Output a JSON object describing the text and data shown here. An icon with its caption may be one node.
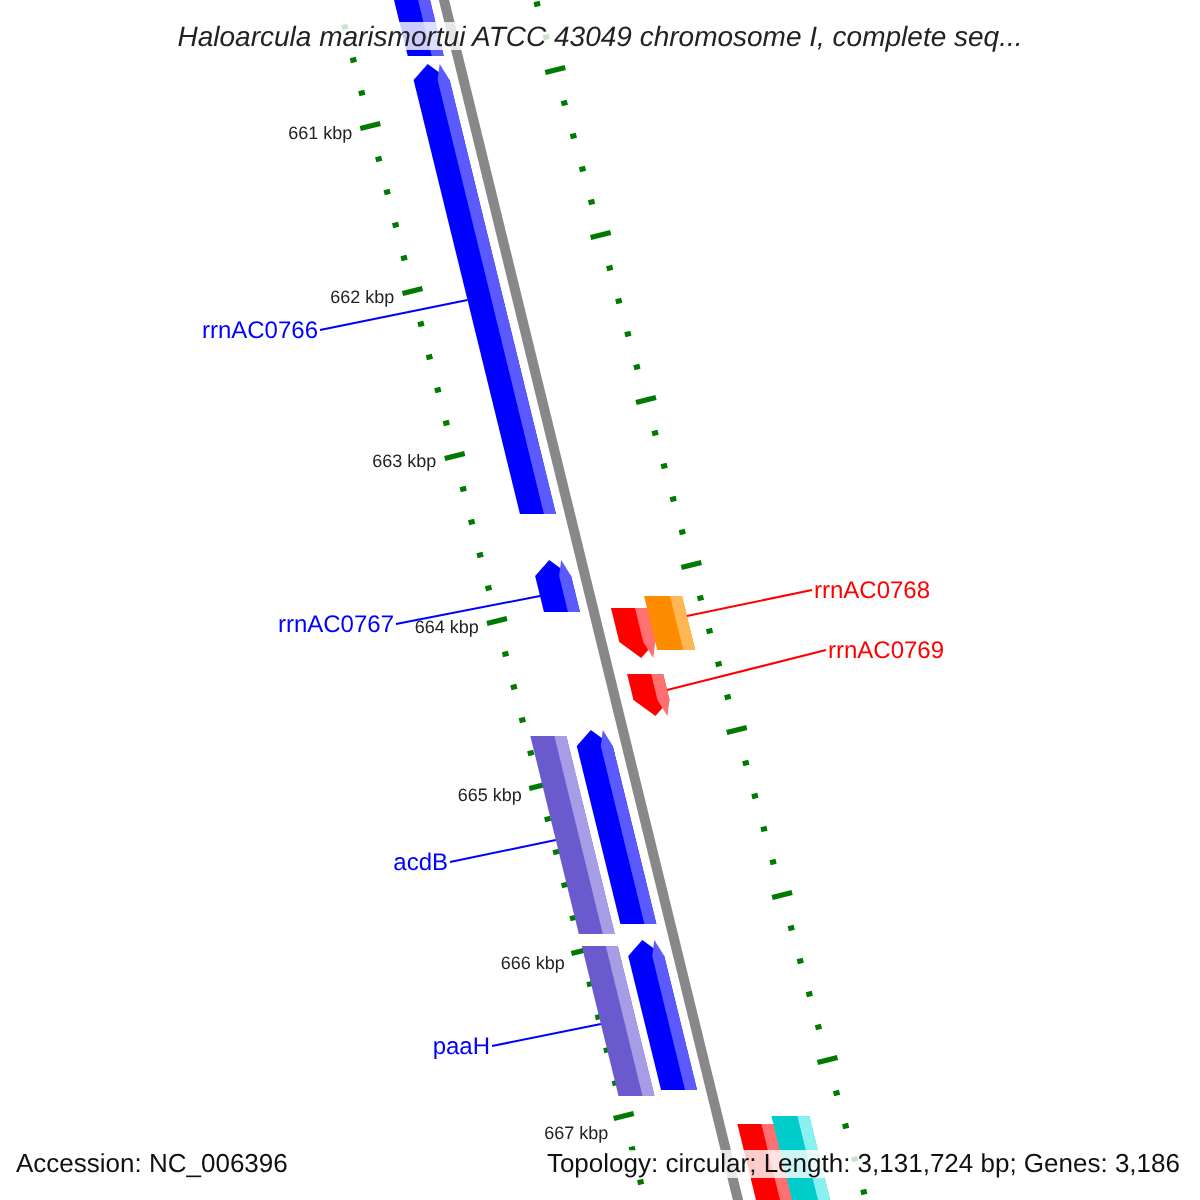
{
  "diagram": {
    "title": "Haloarcula marismortui ATCC 43049 chromosome I, complete seq...",
    "nodes": [
      {
        "text": [
          "rrnAC0766"
        ]
      },
      {
        "text": [],
        "shape": "bar"
      },
      {
        "text": [
          "rrnAC0767"
        ]
      },
      {
        "text": [],
        "shape": "bar"
      },
      {
        "text": [
          "rrnAC0768"
        ]
      },
      {
        "text": [],
        "shape": "bar"
      },
      {
        "text": [
          "rrnAC0769"
        ]
      },
      {
        "text": [],
        "shape": "bar"
      },
      {
        "text": [
          "acdB"
        ]
      },
      {
        "text": [],
        "shape": "bar"
      },
      {
        "text": [
          "paaH"
        ]
      },
      {
        "text": [],
        "shape": "bar"
      }
    ],
    "edges": [
      {
        "from": 0,
        "to": 1,
        "arrow": "none"
      },
      {
        "from": 2,
        "to": 3,
        "arrow": "none"
      },
      {
        "from": 4,
        "to": 5,
        "arrow": "none",
        "color": "#ff0000"
      },
      {
        "from": 6,
        "to": 7,
        "arrow": "none",
        "color": "#ff0000"
      },
      {
        "from": 8,
        "to": 9,
        "arrow": "none"
      },
      {
        "from": 10,
        "to": 11,
        "arrow": "none"
      }
    ],
    "labels": [
      "661 kbp",
      "662 kbp",
      "663 kbp",
      "664 kbp",
      "665 kbp",
      "666 kbp",
      "667 kbp",
      "Accession: NC_006396",
      "Topology: circular; Length: 3,131,724 bp; Genes: 3,186"
    ]
  }
}
